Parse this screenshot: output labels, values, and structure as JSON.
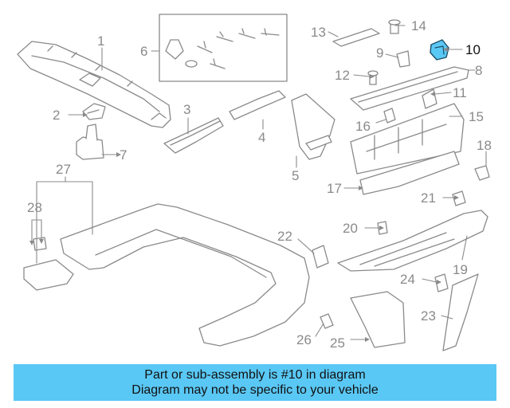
{
  "diagram": {
    "highlight_color": "#5ac8f5",
    "callouts": [
      "1",
      "2",
      "3",
      "4",
      "5",
      "6",
      "7",
      "8",
      "9",
      "10",
      "11",
      "12",
      "13",
      "14",
      "15",
      "16",
      "17",
      "18",
      "19",
      "20",
      "21",
      "22",
      "23",
      "24",
      "25",
      "26",
      "27",
      "28"
    ],
    "highlighted_callout": "10"
  },
  "footer": {
    "line1": "Part or sub-assembly is #10 in diagram",
    "line2": "Diagram may not be specific to your vehicle",
    "background": "#5ac8f5"
  }
}
